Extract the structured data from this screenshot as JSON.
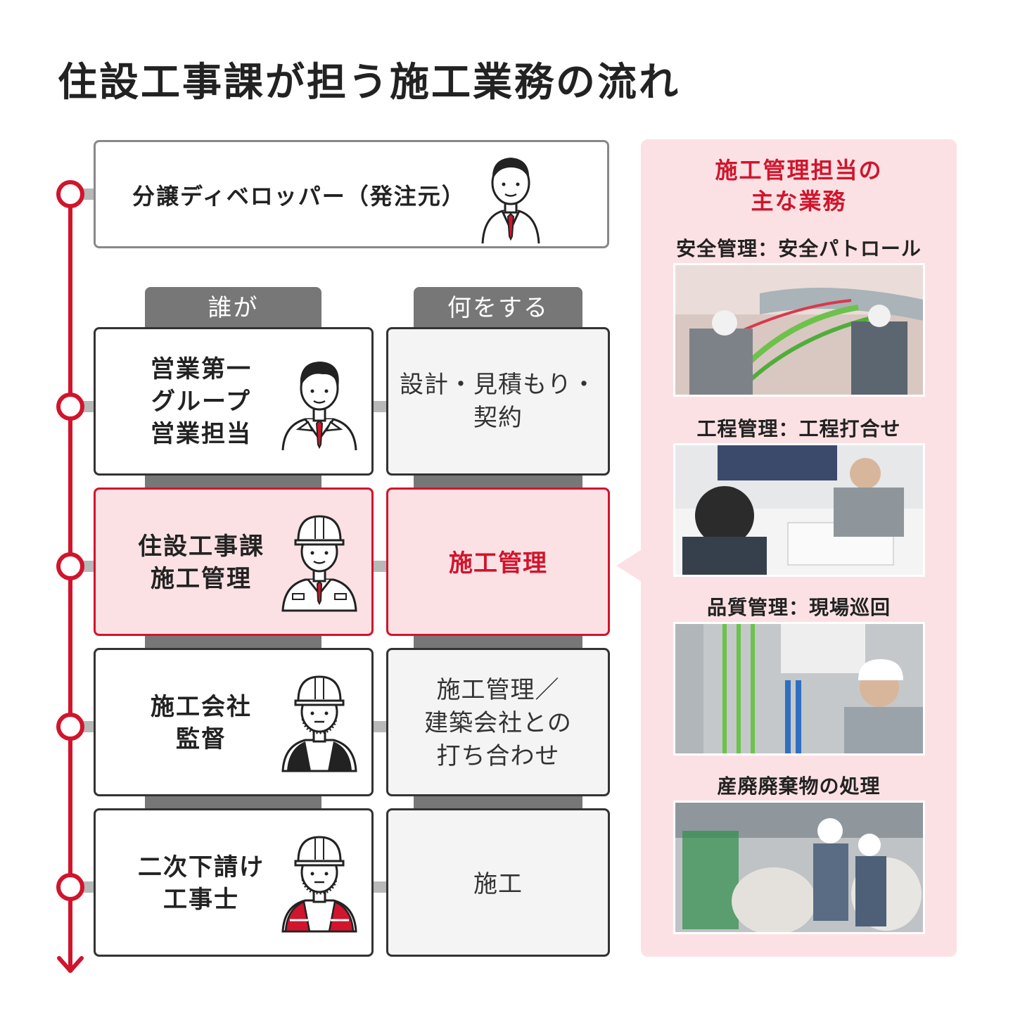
{
  "title": "住設工事課が担う施工業務の流れ",
  "developer": {
    "label": "分譲ディベロッパー（発注元）"
  },
  "columns": {
    "who": "誰が",
    "what": "何をする"
  },
  "rows": [
    {
      "who": [
        "営業第一",
        "グループ",
        "営業担当"
      ],
      "what": [
        "設計・見積もり・",
        "契約"
      ],
      "active": false,
      "person": "salesperson-icon"
    },
    {
      "who": [
        "住設工事課",
        "施工管理"
      ],
      "what": [
        "施工管理"
      ],
      "active": true,
      "person": "construction-manager-icon"
    },
    {
      "who": [
        "施工会社",
        "監督"
      ],
      "what": [
        "施工管理／",
        "建築会社との",
        "打ち合わせ"
      ],
      "active": false,
      "person": "site-supervisor-icon"
    },
    {
      "who": [
        "二次下請け",
        "工事士"
      ],
      "what": [
        "施工"
      ],
      "active": false,
      "person": "electrician-icon"
    }
  ],
  "panel": {
    "title": [
      "施工管理担当の",
      "主な業務"
    ],
    "items": [
      {
        "caption": "安全管理：安全パトロール"
      },
      {
        "caption": "工程管理：工程打合せ"
      },
      {
        "caption": "品質管理：現場巡回"
      },
      {
        "caption": "産廃廃棄物の処理"
      }
    ]
  },
  "colors": {
    "accent": "#d0152c",
    "active_bg": "#fce1e4",
    "tab": "#777777"
  }
}
